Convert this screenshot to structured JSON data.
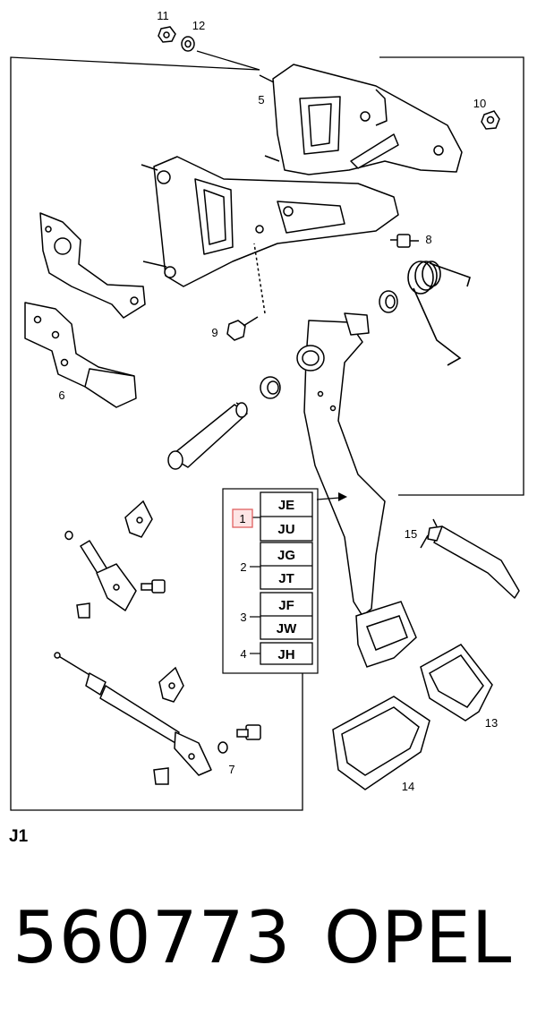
{
  "diagram": {
    "callouts": {
      "c1": "1",
      "c2": "2",
      "c3": "3",
      "c4": "4",
      "c5": "5",
      "c6": "6",
      "c7": "7",
      "c8": "8",
      "c9": "9",
      "c10": "10",
      "c11": "11",
      "c12": "12",
      "c13": "13",
      "c14": "14",
      "c15": "15"
    },
    "codes": {
      "je": "JE",
      "ju": "JU",
      "jg": "JG",
      "jt": "JT",
      "jf": "JF",
      "jw": "JW",
      "jh": "JH"
    },
    "highlight_color": "#e06060"
  },
  "section_label": "J1",
  "part_number": "560773",
  "brand": "OPEL"
}
